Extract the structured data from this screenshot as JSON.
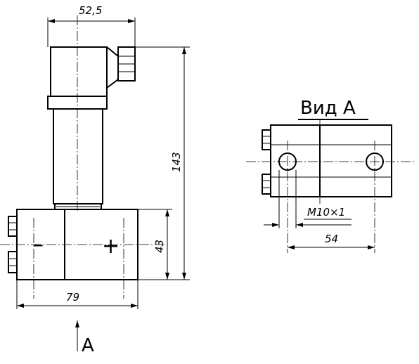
{
  "dimensions": {
    "width_top": "52,5",
    "height_total": "143",
    "height_body": "43",
    "width_body": "79",
    "thread": "M10×1",
    "hole_spacing": "54"
  },
  "labels": {
    "view_title": "Вид А",
    "view_arrow": "А",
    "minus": "–",
    "plus": "+"
  }
}
